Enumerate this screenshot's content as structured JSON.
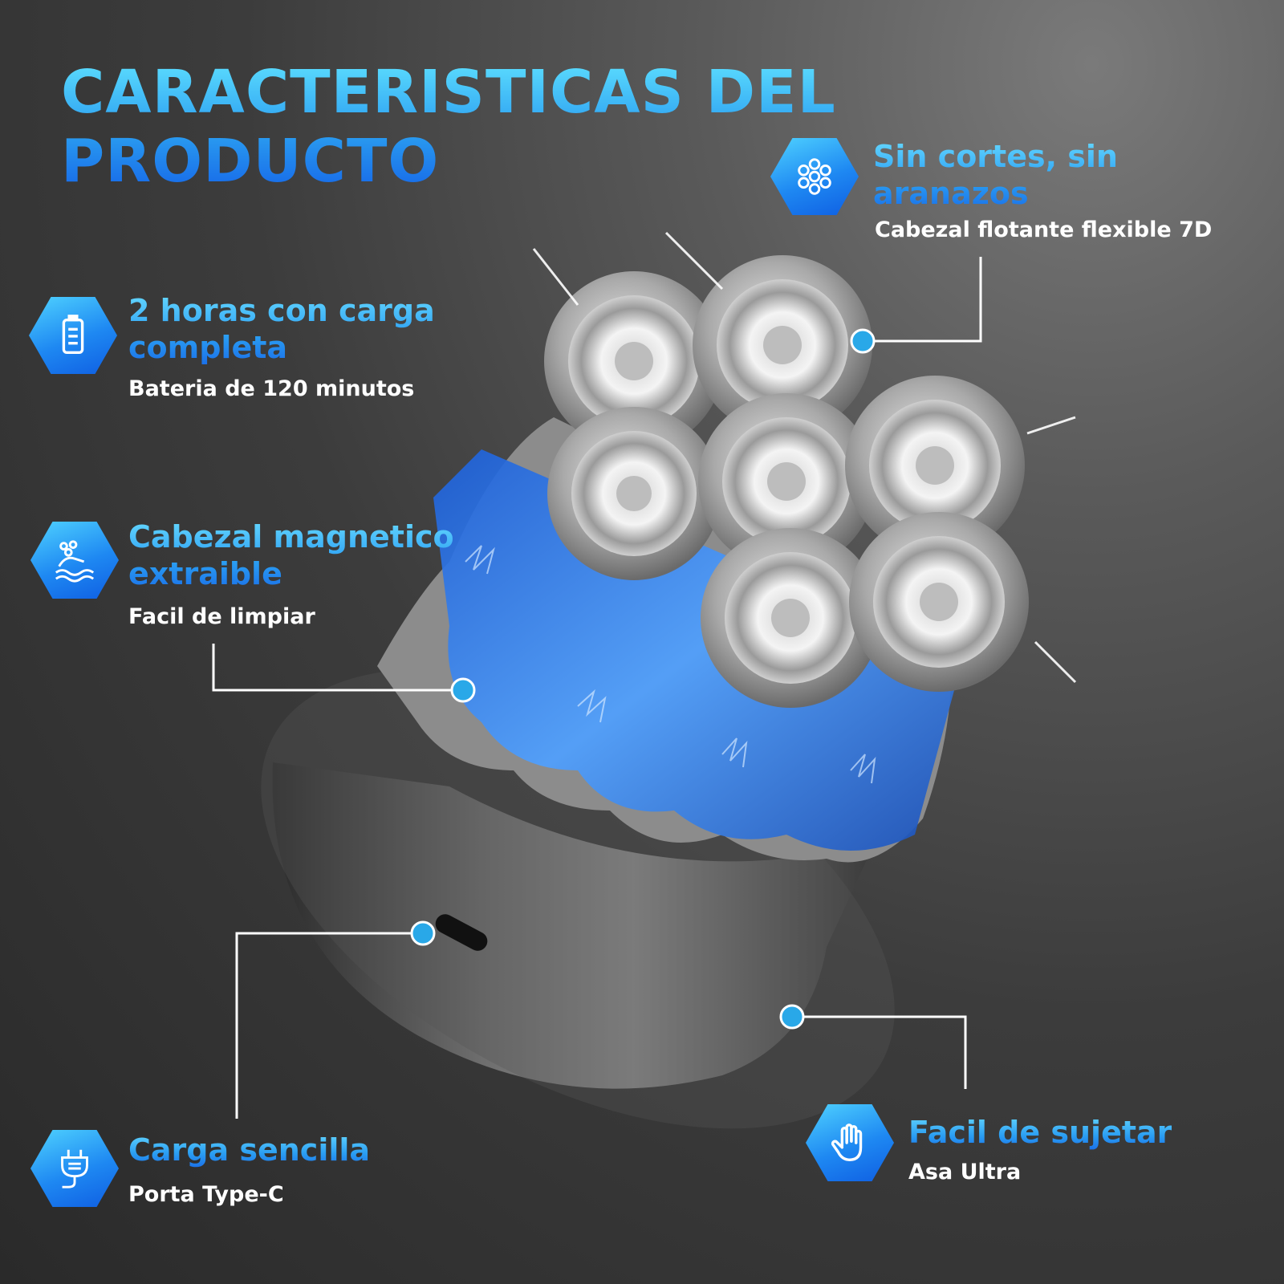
{
  "title": {
    "line1": "CARACTERISTICAS DEL",
    "line2": "PRODUCTO"
  },
  "features": {
    "floating_head": {
      "title_line1": "Sin cortes, sin",
      "title_line2": "aranazos",
      "subtitle": "Cabezal flotante flexible 7D",
      "icon": "blades-icon"
    },
    "battery": {
      "title_line1": "2 horas con carga",
      "title_line2": "completa",
      "subtitle": "Bateria de 120 minutos",
      "icon": "battery-icon"
    },
    "magnetic_head": {
      "title_line1": "Cabezal magnetico",
      "title_line2": "extraible",
      "subtitle": "Facil de limpiar",
      "icon": "wash-icon"
    },
    "charging": {
      "title_line1": "Carga sencilla",
      "subtitle": "Porta Type-C",
      "icon": "plug-icon"
    },
    "grip": {
      "title_line1": "Facil de sujetar",
      "subtitle": "Asa Ultra",
      "icon": "hand-icon"
    }
  },
  "colors": {
    "accent": "#2a9df2",
    "accent_light": "#5ee0ff",
    "marker": "#29a8e8"
  }
}
